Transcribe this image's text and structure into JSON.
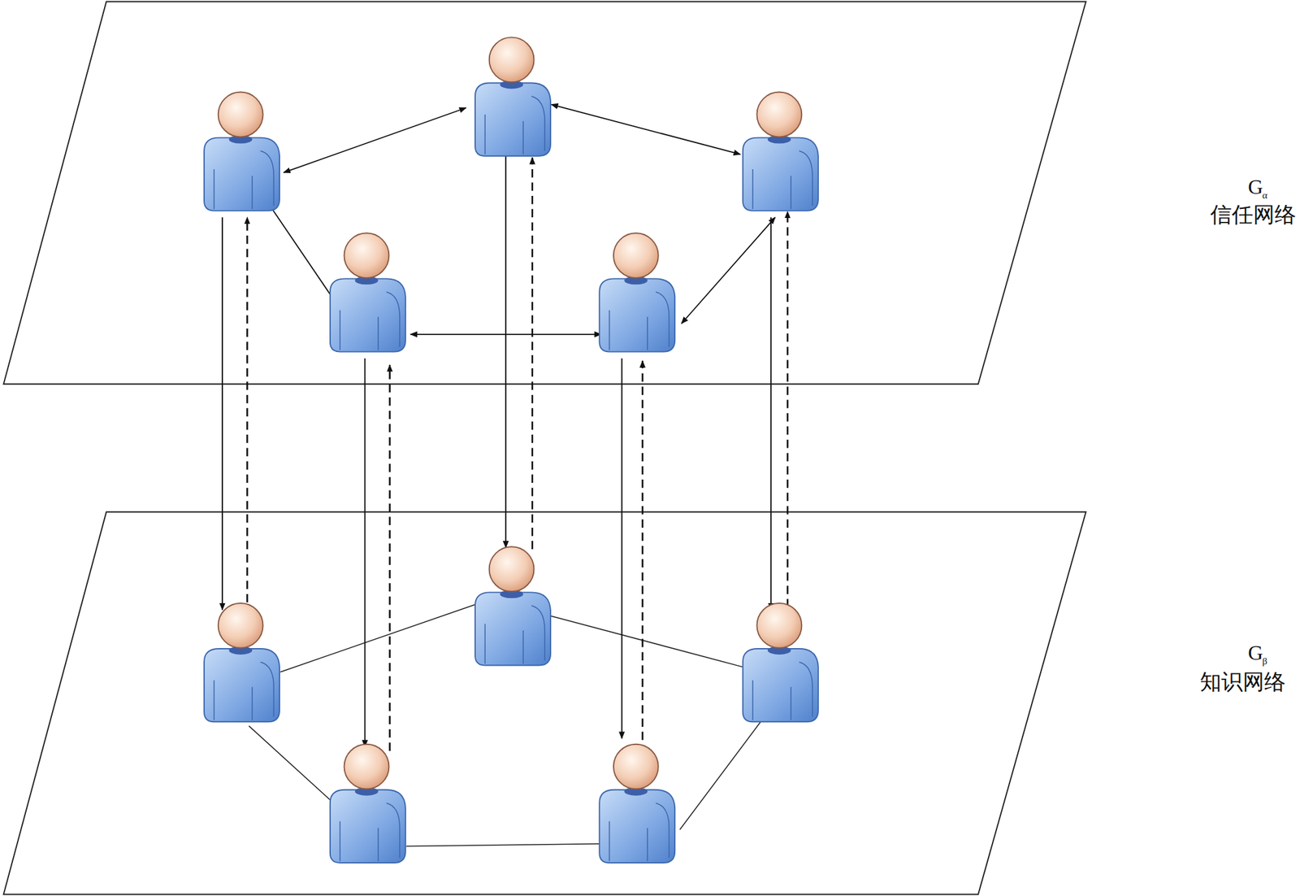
{
  "diagram": {
    "labels": [
      "G",
      "α",
      "信任网络",
      "G",
      "β",
      "知识网络"
    ]
  }
}
